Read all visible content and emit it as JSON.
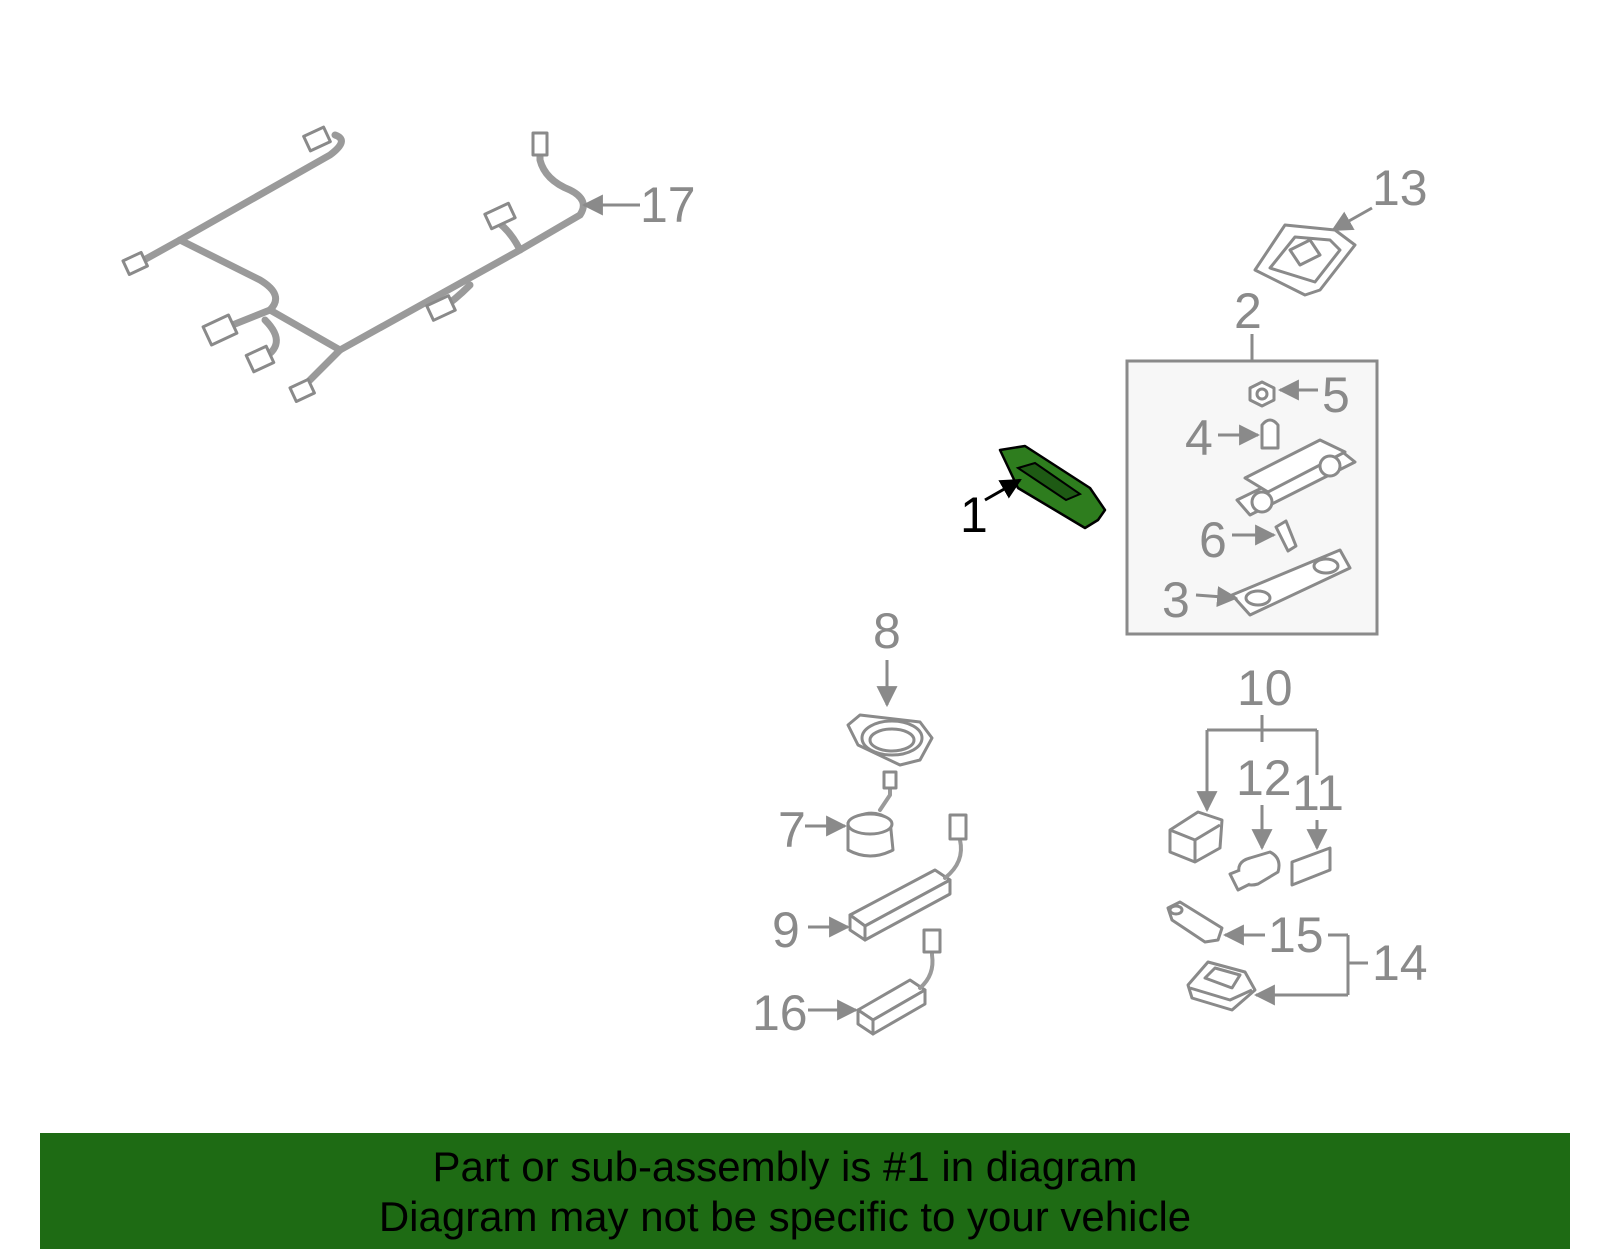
{
  "labels": {
    "p1": "1",
    "p2": "2",
    "p3": "3",
    "p4": "4",
    "p5": "5",
    "p6": "6",
    "p7": "7",
    "p8": "8",
    "p9": "9",
    "p10": "10",
    "p11": "11",
    "p12": "12",
    "p13": "13",
    "p14": "14",
    "p15": "15",
    "p16": "16",
    "p17": "17"
  },
  "colors": {
    "highlight_part": "#2e7d1e",
    "banner": "#1e6b14",
    "line_art": "#8a8a8a"
  },
  "banner": {
    "line1": "Part or sub-assembly is #1 in diagram",
    "line2": "Diagram may not be specific to your vehicle"
  }
}
